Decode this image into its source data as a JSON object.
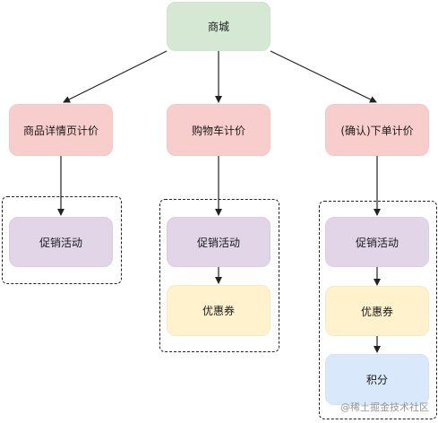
{
  "diagram": {
    "nodes": {
      "mall": "商城",
      "detail_price": "商品详情页计价",
      "cart_price": "购物车计价",
      "order_price": "(确认)下单计价",
      "promo_detail": "促销活动",
      "promo_cart": "促销活动",
      "coupon_cart": "优惠券",
      "promo_order": "促销活动",
      "coupon_order": "优惠券",
      "points_order": "积分"
    },
    "colors": {
      "top": "#d5e8d4",
      "price": "#f8cecc",
      "promo": "#e1d5e7",
      "coupon": "#fff2cc",
      "points": "#dae8fc",
      "line": "#222222"
    }
  },
  "watermark": "@稀土掘金技术社区"
}
